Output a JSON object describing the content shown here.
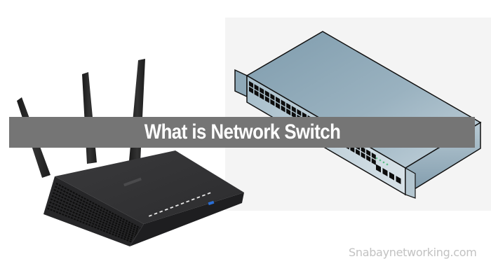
{
  "banner": {
    "title": "What is Network Switch",
    "background_color": "#757575",
    "text_color": "#ffffff"
  },
  "watermark": {
    "text": "Snabaynetworking.com",
    "color": "#c2c2c2"
  },
  "images": {
    "router": {
      "icon": "wifi-router-icon",
      "led_count": 12,
      "antenna_count": 3,
      "brand_logo": "NETGEAR"
    },
    "switch": {
      "icon": "network-switch-icon",
      "panel_color": "#f4f4f4",
      "body_color": "#8aa6b6"
    }
  }
}
